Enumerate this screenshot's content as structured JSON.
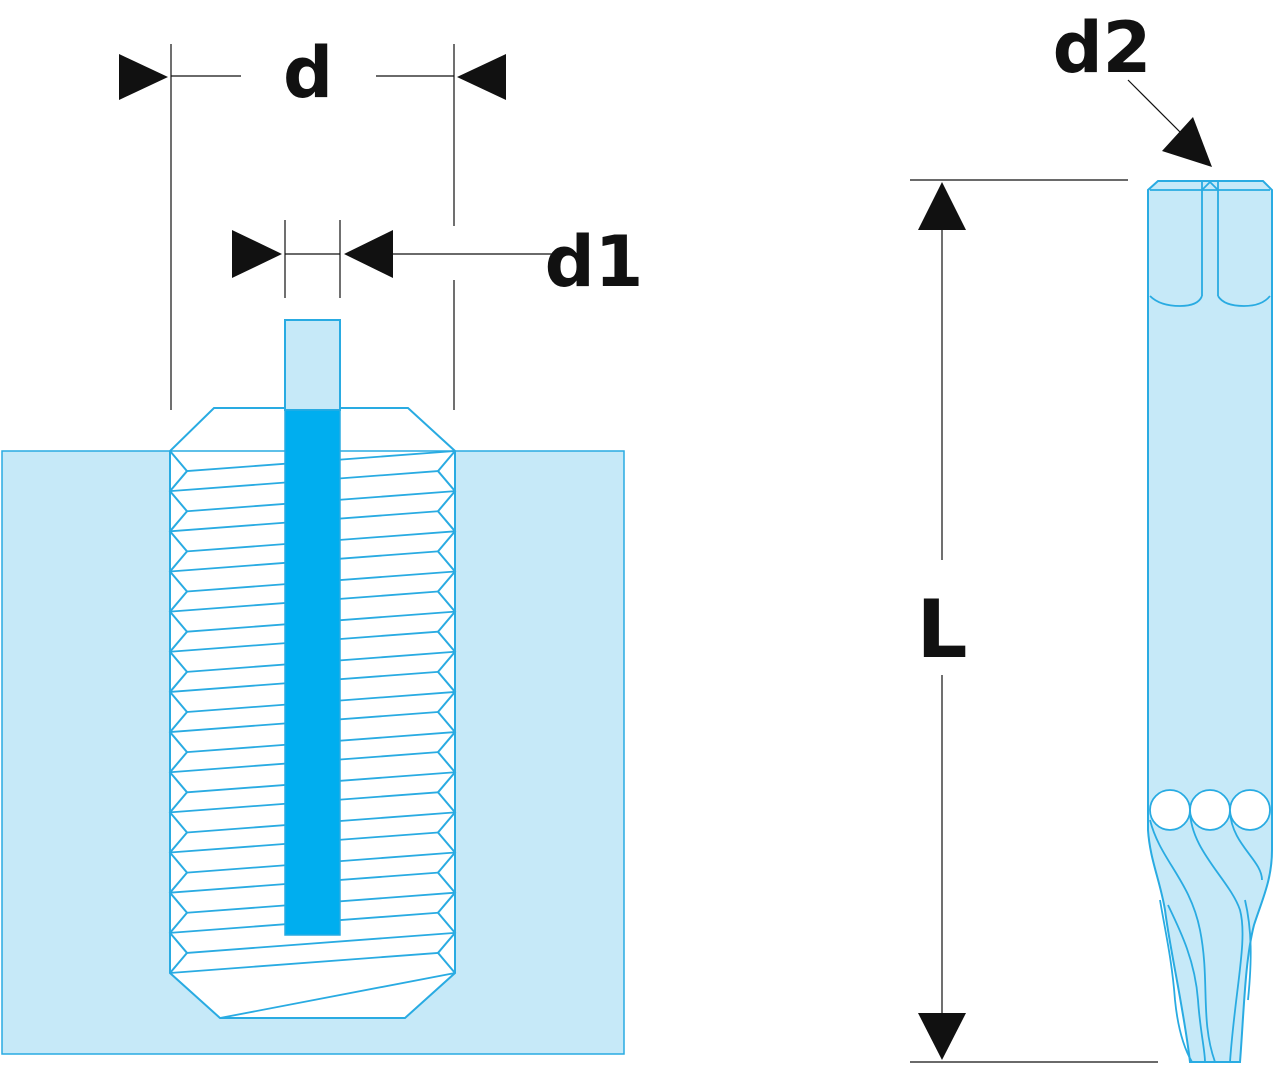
{
  "labels": {
    "d": "d",
    "d1": "d1",
    "d2": "d2",
    "L": "L"
  },
  "colors": {
    "light_blue": "#c6e9f8",
    "outline_blue": "#29abe2",
    "core_blue": "#00aeef",
    "line": "#111111",
    "background": "#ffffff"
  },
  "thread": {
    "turns": 13
  },
  "icons": {
    "arrowheads": "filled-triangle",
    "extractor_flutes": "spiral-flutes"
  }
}
